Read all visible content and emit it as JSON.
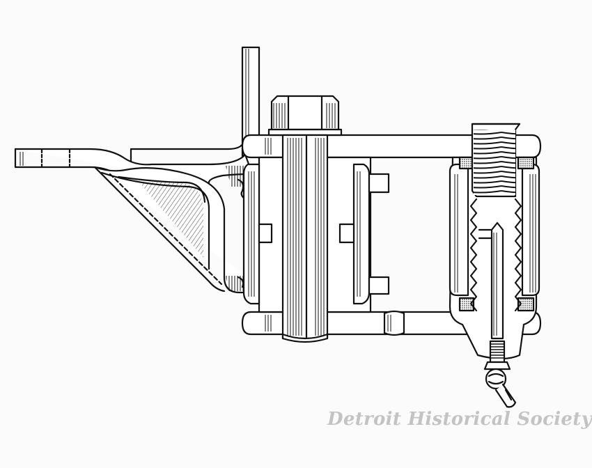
{
  "image": {
    "subject": "line-drawing-of-mechanical-assembly",
    "style": "black-ink-on-white-paper",
    "colors": {
      "paper": "#fbfbfb",
      "ink": "#111111",
      "watermark": "#969696"
    }
  },
  "watermark": {
    "text": "Detroit Historical Society"
  }
}
